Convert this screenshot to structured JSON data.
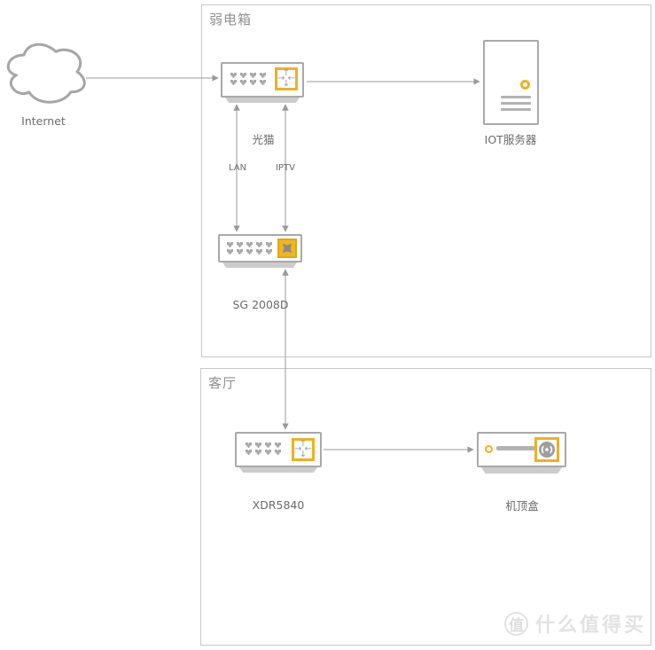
{
  "zones": {
    "weak_current": {
      "label": "弱电箱"
    },
    "living_room": {
      "label": "客厅"
    }
  },
  "nodes": {
    "internet": {
      "label": "Internet",
      "type": "cloud"
    },
    "modem": {
      "label": "光猫",
      "type": "optical-modem",
      "port_count": 8
    },
    "iot_server": {
      "label": "IOT服务器",
      "type": "tower-server"
    },
    "switch": {
      "label": "SG 2008D",
      "type": "ethernet-switch",
      "port_count": 10
    },
    "router": {
      "label": "XDR5840",
      "type": "wifi-router",
      "port_count": 8
    },
    "set_top_box": {
      "label": "机顶盒",
      "type": "set-top-box"
    }
  },
  "edges": {
    "internet_to_modem": {
      "from": "Internet",
      "to": "光猫",
      "direction": "one-way"
    },
    "modem_to_iot_server": {
      "from": "光猫",
      "to": "IOT服务器",
      "direction": "one-way"
    },
    "modem_to_switch_lan": {
      "from": "光猫",
      "to": "SG 2008D",
      "label": "LAN",
      "direction": "two-way"
    },
    "modem_to_switch_iptv": {
      "from": "光猫",
      "to": "SG 2008D",
      "label": "IPTV",
      "direction": "two-way"
    },
    "switch_to_router": {
      "from": "SG 2008D",
      "to": "XDR5840",
      "direction": "two-way"
    },
    "router_to_stb": {
      "from": "XDR5840",
      "to": "机顶盒",
      "direction": "one-way"
    }
  },
  "watermark": {
    "badge": "值",
    "text": "什么值得买"
  },
  "colors": {
    "accent_yellow": "#EFB122",
    "device_border": "#A9A9A9",
    "zone_border": "#C9C9C9",
    "connector_gray": "#999999",
    "port_gray": "#A8A8A8",
    "label_text": "#6B6B6B",
    "zone_label_text": "#8F8F8F",
    "watermark_gray": "#E2E2E2"
  }
}
